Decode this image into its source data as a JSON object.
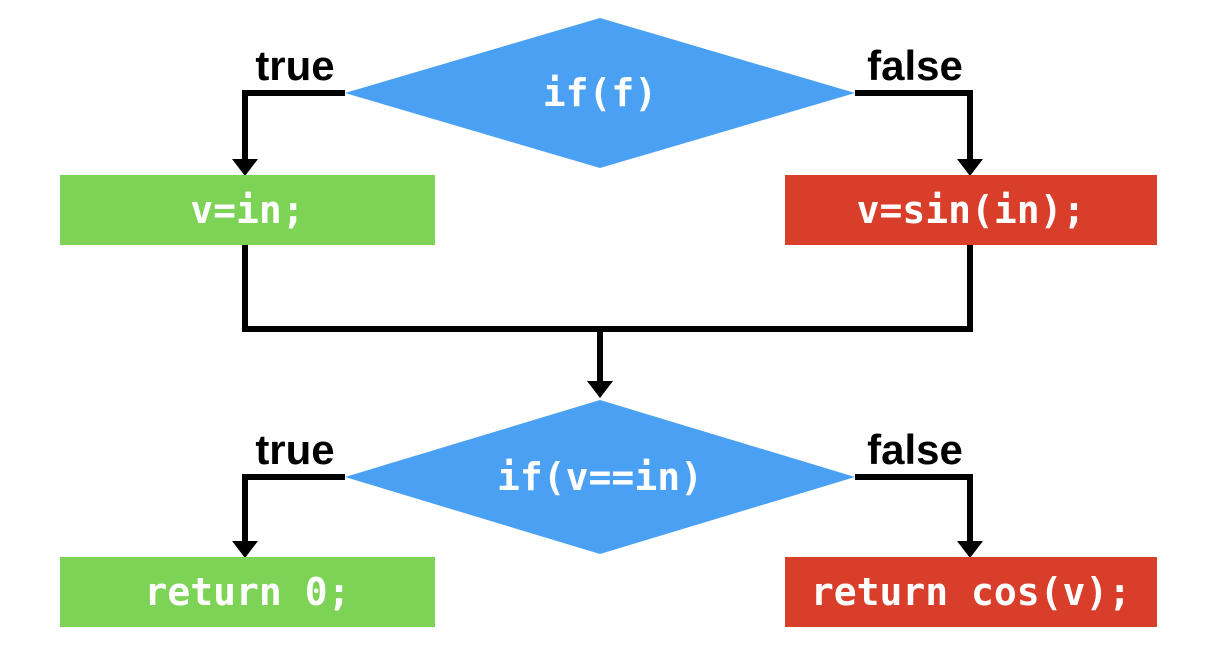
{
  "colors": {
    "background": "#FFFFFF",
    "decision_fill": "#4AA0F2",
    "true_fill": "#7DD355",
    "false_fill": "#D93E2A",
    "connector_color": "#000000",
    "node_text": "#FFFFFF",
    "label_text": "#000000"
  },
  "flowchart": {
    "decision_1": {
      "condition": "if(f)",
      "true_label": "true",
      "false_label": "false",
      "true_action": "v=in;",
      "false_action": "v=sin(in);"
    },
    "decision_2": {
      "condition": "if(v==in)",
      "true_label": "true",
      "false_label": "false",
      "true_action": "return 0;",
      "false_action": "return cos(v);"
    }
  }
}
